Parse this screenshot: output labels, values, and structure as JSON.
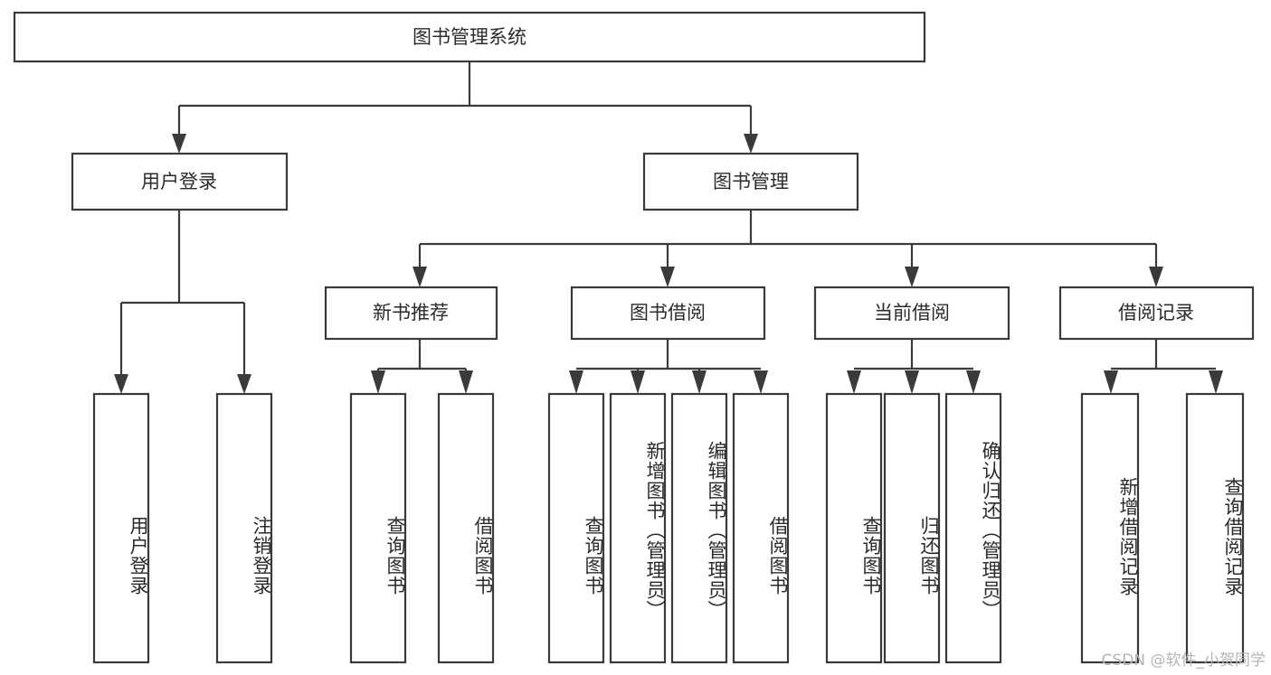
{
  "diagram": {
    "type": "tree-hierarchy-chart",
    "title": "图书管理系统",
    "colors": {
      "background": "#ffffff",
      "box_stroke": "#3a3a3a",
      "box_fill": "#ffffff",
      "text": "#2b2b2b",
      "watermark": "#b4b4b4"
    },
    "root": {
      "label": "图书管理系统"
    },
    "level1": [
      {
        "label": "用户登录"
      },
      {
        "label": "图书管理"
      }
    ],
    "level2": [
      {
        "label": "新书推荐"
      },
      {
        "label": "图书借阅"
      },
      {
        "label": "当前借阅"
      },
      {
        "label": "借阅记录"
      }
    ],
    "leaves": {
      "user_login": [
        {
          "label": "用户登录"
        },
        {
          "label": "注销登录"
        }
      ],
      "new_book_recommend": [
        {
          "label": "查询图书"
        },
        {
          "label": "借阅图书"
        }
      ],
      "book_borrow": [
        {
          "label": "查询图书"
        },
        {
          "label": "新增图书（管理员）"
        },
        {
          "label": "编辑图书（管理员）"
        },
        {
          "label": "借阅图书"
        }
      ],
      "current_borrow": [
        {
          "label": "查询图书"
        },
        {
          "label": "归还图书"
        },
        {
          "label": "确认归还（管理员）"
        }
      ],
      "borrow_record": [
        {
          "label": "新增借阅记录"
        },
        {
          "label": "查询借阅记录"
        }
      ]
    }
  },
  "watermark": {
    "text": "CSDN @软件_小贺同学"
  }
}
